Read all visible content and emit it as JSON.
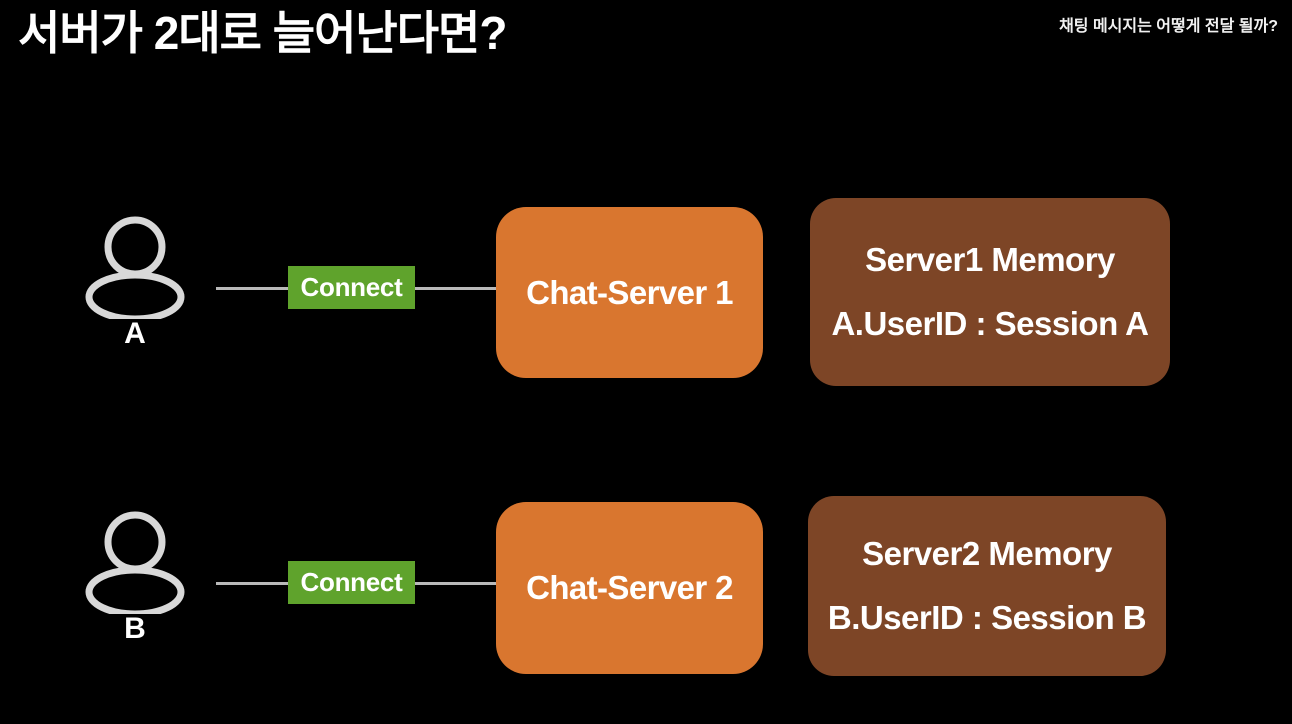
{
  "header": {
    "title": "서버가 2대로 늘어난다면?",
    "subtitle": "채팅 메시지는 어떻게 전달 될까?"
  },
  "colors": {
    "background": "#000000",
    "chat_server_box": "#d9762f",
    "memory_box": "#7d4526",
    "connect_badge": "#5fa32c",
    "connector_line": "#b9b9b9",
    "text": "#ffffff",
    "user_icon_stroke": "#d8d8d8"
  },
  "diagram": {
    "type": "flow-diagram",
    "rows": [
      {
        "user": {
          "label": "A",
          "icon": "user-avatar-icon"
        },
        "connector": {
          "badge_label": "Connect",
          "line": true
        },
        "chat_server": {
          "label": "Chat-Server 1"
        },
        "memory": {
          "title": "Server1 Memory",
          "entry": "A.UserID : Session A"
        }
      },
      {
        "user": {
          "label": "B",
          "icon": "user-avatar-icon"
        },
        "connector": {
          "badge_label": "Connect",
          "line": true
        },
        "chat_server": {
          "label": "Chat-Server 2"
        },
        "memory": {
          "title": "Server2 Memory",
          "entry": "B.UserID : Session B"
        }
      }
    ]
  }
}
